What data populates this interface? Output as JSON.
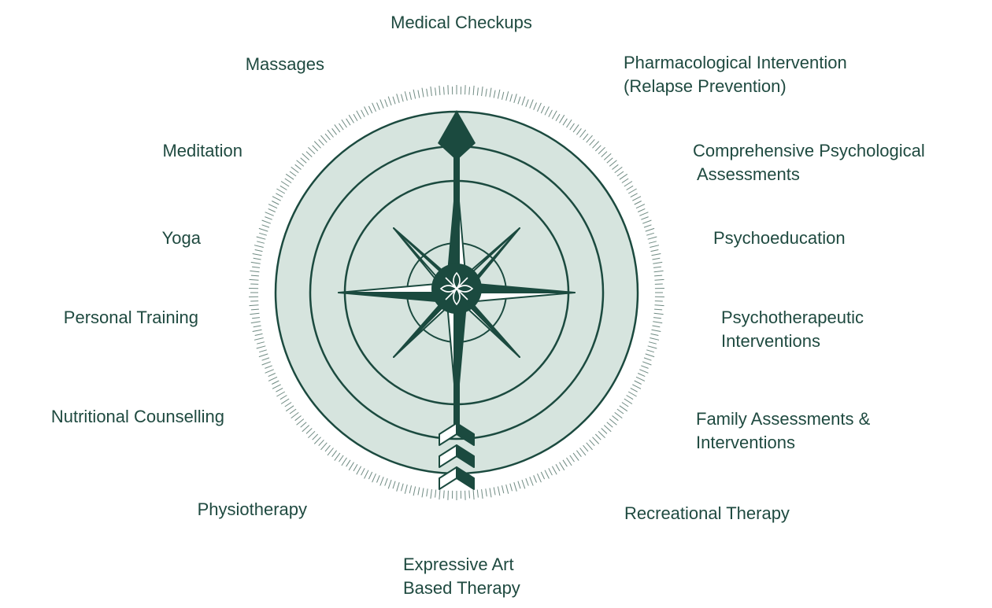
{
  "colors": {
    "dark_green": "#1b4a3f",
    "light_fill": "#d6e4de",
    "label_text": "#1f4a40",
    "background": "#ffffff"
  },
  "icons": {
    "center_emblem": "leaf-flower-icon",
    "needle": "arrow-needle-icon",
    "star": "compass-rose-icon"
  },
  "services": {
    "medical_checkups": {
      "lines": [
        "Medical Checkups"
      ]
    },
    "pharmacological": {
      "lines": [
        "Pharmacological Intervention",
        "(Relapse Prevention)"
      ]
    },
    "psych_assessments": {
      "lines": [
        "Comprehensive Psychological",
        "Assessments"
      ]
    },
    "psychoeducation": {
      "lines": [
        "Psychoeducation"
      ]
    },
    "psychotherapeutic": {
      "lines": [
        "Psychotherapeutic",
        "Interventions"
      ]
    },
    "family": {
      "lines": [
        "Family Assessments &",
        "Interventions"
      ]
    },
    "recreational": {
      "lines": [
        "Recreational Therapy"
      ]
    },
    "expressive_art": {
      "lines": [
        "Expressive Art",
        "Based Therapy"
      ]
    },
    "physiotherapy": {
      "lines": [
        "Physiotherapy"
      ]
    },
    "nutritional": {
      "lines": [
        "Nutritional Counselling"
      ]
    },
    "personal_training": {
      "lines": [
        "Personal Training"
      ]
    },
    "yoga": {
      "lines": [
        "Yoga"
      ]
    },
    "meditation": {
      "lines": [
        "Meditation"
      ]
    },
    "massages": {
      "lines": [
        "Massages"
      ]
    }
  }
}
